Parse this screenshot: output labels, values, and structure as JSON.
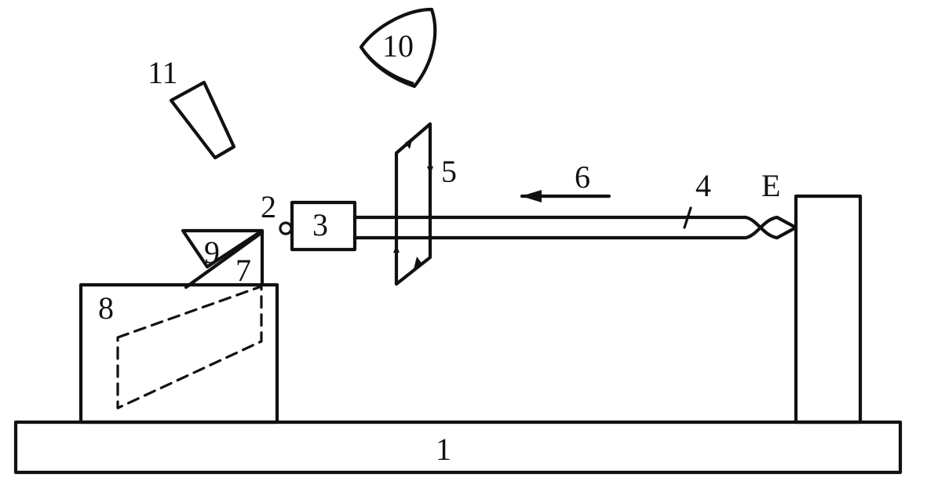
{
  "diagram": {
    "labels": {
      "base": "1",
      "tip": "2",
      "holder": "3",
      "wire": "4",
      "frame": "5",
      "direction": "6",
      "plate_7": "7",
      "block": "8",
      "plate_9": "9",
      "part_10": "10",
      "part_11": "11",
      "point_e": "E"
    },
    "colors": {
      "ink": "#111111",
      "background": "#ffffff"
    }
  }
}
